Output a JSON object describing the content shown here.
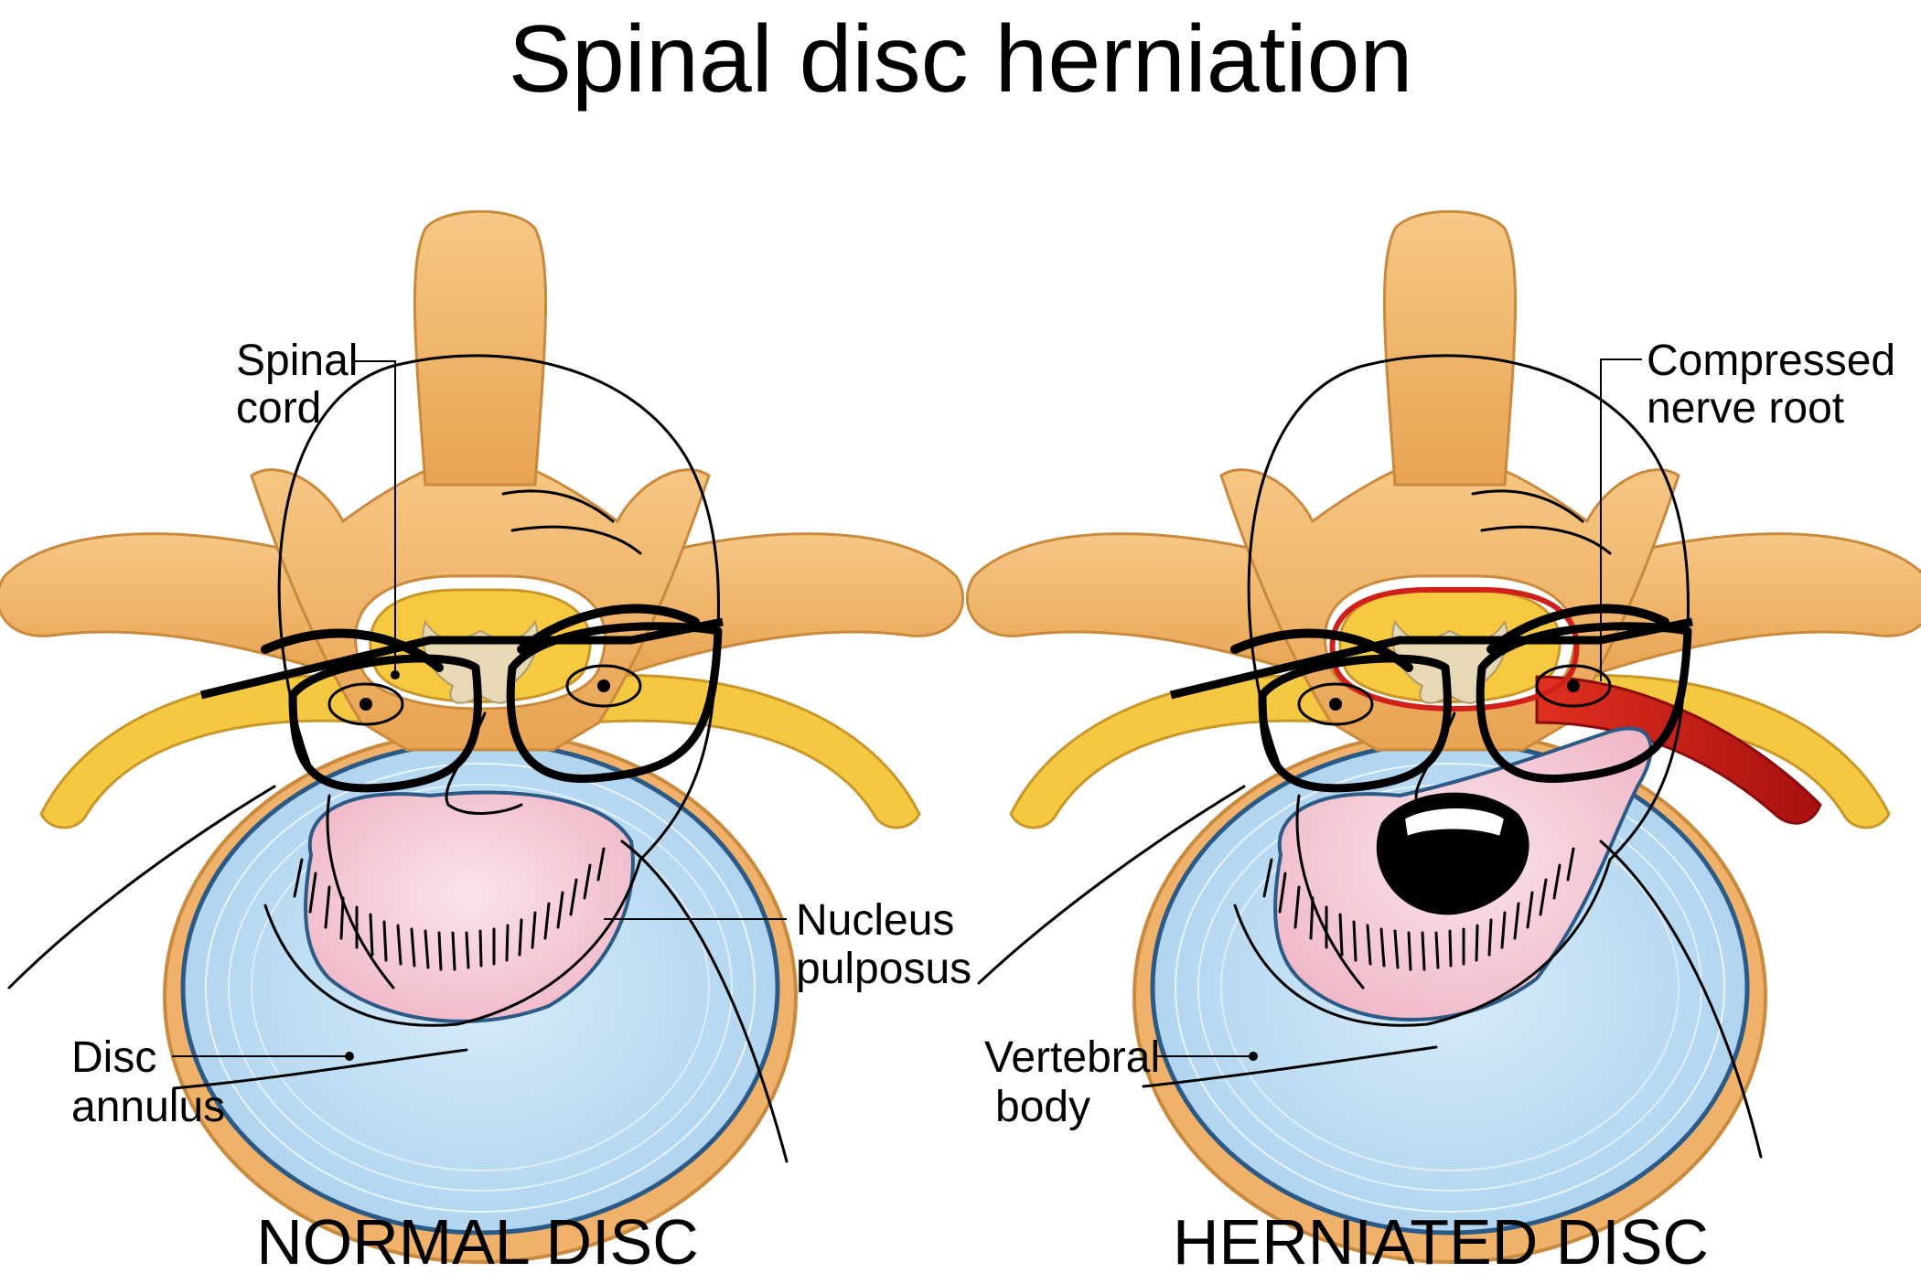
{
  "title": "Spinal disc herniation",
  "panels": [
    {
      "caption": "NORMAL DISC",
      "labels": {
        "spinal_cord_line1": "Spinal",
        "spinal_cord_line2": "cord",
        "nucleus_line1": "Nucleus",
        "nucleus_line2": "pulposus",
        "annulus_line1": "Disc",
        "annulus_line2": "annulus"
      }
    },
    {
      "caption": "HERNIATED DISC",
      "labels": {
        "nerve_line1": "Compressed",
        "nerve_line2": "nerve root",
        "vertebral_line1": "Vertebral",
        "vertebral_line2": "body"
      }
    }
  ],
  "colors": {
    "bone": "#f2b56b",
    "bone_edge": "#c98a3e",
    "nerve": "#f5c842",
    "disc": "#bcdcf2",
    "disc_edge": "#2c5a86",
    "nucleus": "#f3c7d2",
    "inflamed": "#d0201a"
  }
}
